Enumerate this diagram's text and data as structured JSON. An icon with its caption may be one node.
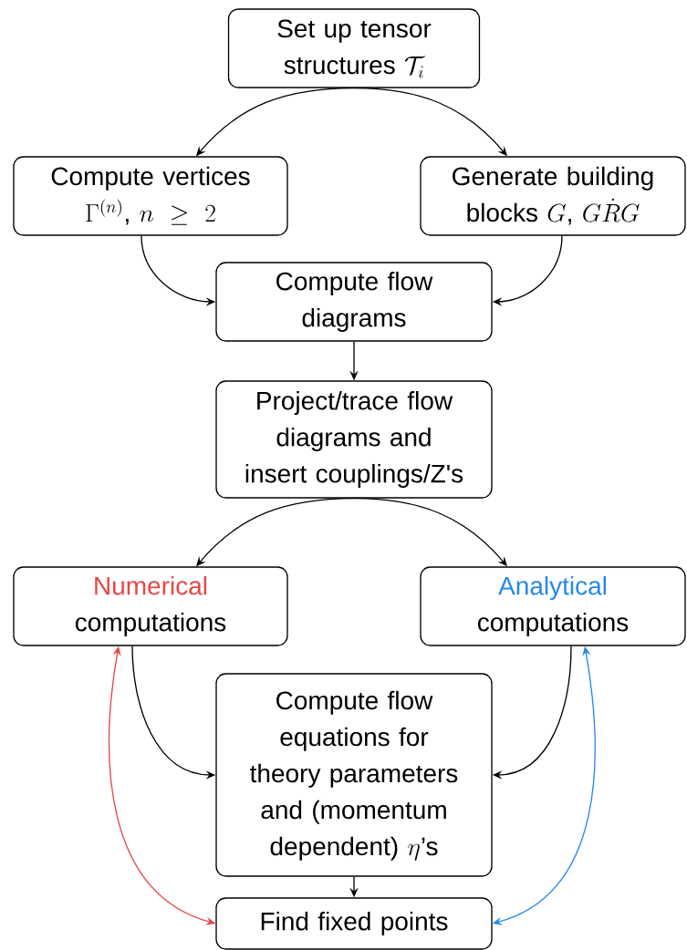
{
  "diagram": {
    "nodes": [
      {
        "text": [
          "\\begin{array}{c}\\text{Set up tensor}\\\\\\text{structures }\\mathcal{T}_i\\end{array}"
        ]
      },
      {
        "text": [
          "\\begin{array}{c}\\text{Compute vertices}\\\\\\Gamma^{(n)}\\text{, }n\\ \\geq\\ 2\\end{array}"
        ]
      },
      {
        "text": [
          "\\begin{array}{c}\\text{Generate building}\\\\\\text{blocks }G\\text{, }G\\dot{R}G\\end{array}"
        ]
      },
      {
        "text": [
          "Compute flow diagrams"
        ]
      },
      {
        "text": [
          "Project/trace flow diagrams and insert couplings/Z's"
        ]
      },
      {
        "text": [
          "Numerical",
          "computations"
        ]
      },
      {
        "text": [
          "Analytical",
          "computations"
        ]
      },
      {
        "text": [
          "\\begin{array}{c}\\text{Compute flow}\\\\\\text{equations for}\\\\\\text{theory parameters}\\\\\\text{and (momentum}\\\\\\text{dependent) }\\eta\\text{'s}\\end{array}"
        ]
      },
      {
        "text": [
          "Find fixed points"
        ]
      }
    ],
    "edges": [
      {
        "from": 0,
        "to": 1,
        "arrow": "to"
      },
      {
        "from": 0,
        "to": 2,
        "arrow": "to"
      },
      {
        "from": 1,
        "to": 3,
        "arrow": "to"
      },
      {
        "from": 2,
        "to": 3,
        "arrow": "to"
      },
      {
        "from": 3,
        "to": 4,
        "arrow": "to"
      },
      {
        "from": 4,
        "to": 5,
        "arrow": "to"
      },
      {
        "from": 4,
        "to": 6,
        "arrow": "to"
      },
      {
        "from": 5,
        "to": 7,
        "arrow": "to"
      },
      {
        "from": 6,
        "to": 7,
        "arrow": "to"
      },
      {
        "from": 7,
        "to": 8,
        "arrow": "to"
      },
      {
        "from": 5,
        "to": 8,
        "arrow": "both",
        "color": "#e84545"
      },
      {
        "from": 6,
        "to": 8,
        "arrow": "both",
        "color": "#2288ee"
      }
    ]
  }
}
